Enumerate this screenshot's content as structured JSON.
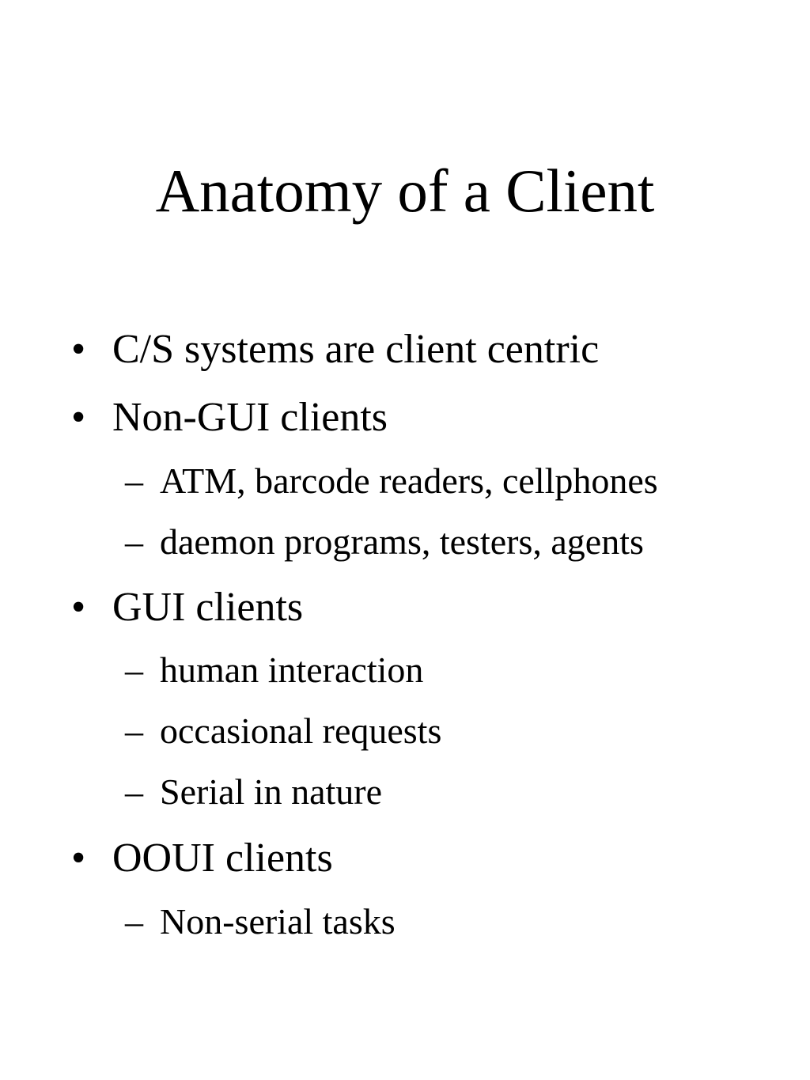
{
  "slide": {
    "title": "Anatomy of a Client",
    "bullet_marker": "•",
    "sub_marker": "–",
    "items": [
      {
        "text": "C/S systems are client centric"
      },
      {
        "text": "Non-GUI clients"
      },
      {
        "text": "ATM, barcode readers, cellphones"
      },
      {
        "text": "daemon programs, testers, agents"
      },
      {
        "text": "GUI clients"
      },
      {
        "text": "human interaction"
      },
      {
        "text": "occasional requests"
      },
      {
        "text": "Serial in nature"
      },
      {
        "text": "OOUI clients"
      },
      {
        "text": "Non-serial tasks"
      }
    ]
  }
}
